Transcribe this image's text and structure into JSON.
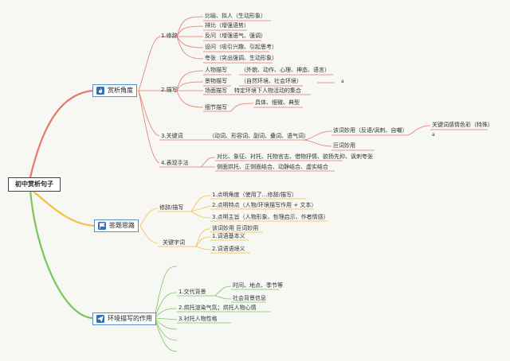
{
  "root": "初中赏析句子",
  "branches": {
    "b1": {
      "title": "赏析角度",
      "icon": "fire-icon",
      "color": "#e8776a",
      "rhetoric": {
        "label": "1.修辞",
        "items": [
          "比喻、拟人（生动形象）",
          "排比（增强语势）",
          "反问（增强语气、强调）",
          "设问（吸引兴趣、引起思考）",
          "夸张（突出强调、生动形象）"
        ]
      },
      "description": {
        "label": "2.描写",
        "character": {
          "label": "人物描写",
          "value": "（外貌、动作、心理、神态、语言）"
        },
        "scenery": {
          "label": "景物描写",
          "value": "（自然环境、社会环境）",
          "note": "a"
        },
        "scene": {
          "label": "场面描写",
          "value": "特定环境下人物活动的集合"
        },
        "detail": {
          "label": "细节描写",
          "value": "具体、细微、典型"
        }
      },
      "keyword": {
        "label": "3.关键词",
        "types": "（动词、形容词、副词、叠词、语气词）",
        "good_use": "该词妙用（反语/讽刺、自嘲）",
        "feeling": "关键词感情色彩（特殊）",
        "feeling_note": "a",
        "good_use2": "叵词妙用"
      },
      "technique": {
        "label": "4.表现手法",
        "line1": "对比、象征、衬托、托物言志、借物抒情、欲扬先抑、讽刺夸张",
        "line2": "侧面烘托、正侧面结合、动静结合、虚实结合"
      }
    },
    "b2": {
      "title": "答题思路",
      "icon": "flag-icon",
      "color": "#f2c13e",
      "rhetoric_desc": {
        "label": "修辞/描写",
        "items": [
          "1.点明角度（使用了…修辞/描写）",
          "2.点明特点（人物/环境描写作用 + 文本）",
          "3.点明主旨（人物形象、哲理启示、作者情感）"
        ]
      },
      "keyword": {
        "label": "关键字词",
        "items": [
          "该词妙用 叵词妙用",
          "1.词语基本义",
          "2.词语语境义"
        ]
      }
    },
    "b3": {
      "title": "环境描写的作用",
      "icon": "paper-plane-icon",
      "color": "#7cc55a",
      "background": {
        "label": "1.交代背景",
        "items": [
          "时间、地点、季节等",
          "社会背景信息"
        ]
      },
      "atmosphere": "2.烘托渲染气氛；烘托人物心情",
      "character": "3.衬托人物性格"
    }
  }
}
